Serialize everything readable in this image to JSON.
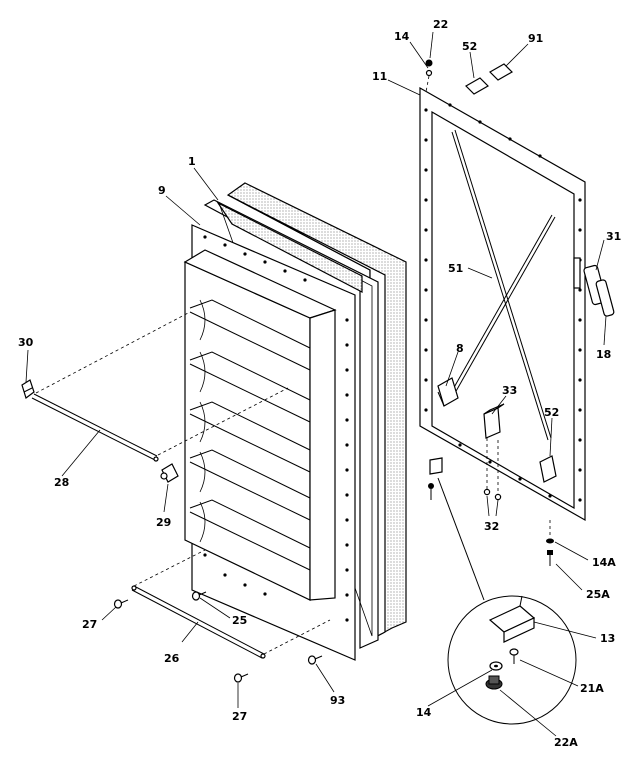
{
  "labels": {
    "l22": "22",
    "l14": "14",
    "l52top": "52",
    "l91": "91",
    "l11": "11",
    "l1": "1",
    "l9": "9",
    "l31": "31",
    "l51": "51",
    "l8": "8",
    "l18": "18",
    "l33": "33",
    "l52b": "52",
    "l30": "30",
    "l28": "28",
    "l29": "29",
    "l32": "32",
    "l14A": "14A",
    "l25A": "25A",
    "l27a": "27",
    "l25": "25",
    "l26": "26",
    "l13": "13",
    "l21A": "21A",
    "l14b": "14",
    "l93": "93",
    "l27b": "27",
    "l22A": "22A"
  }
}
